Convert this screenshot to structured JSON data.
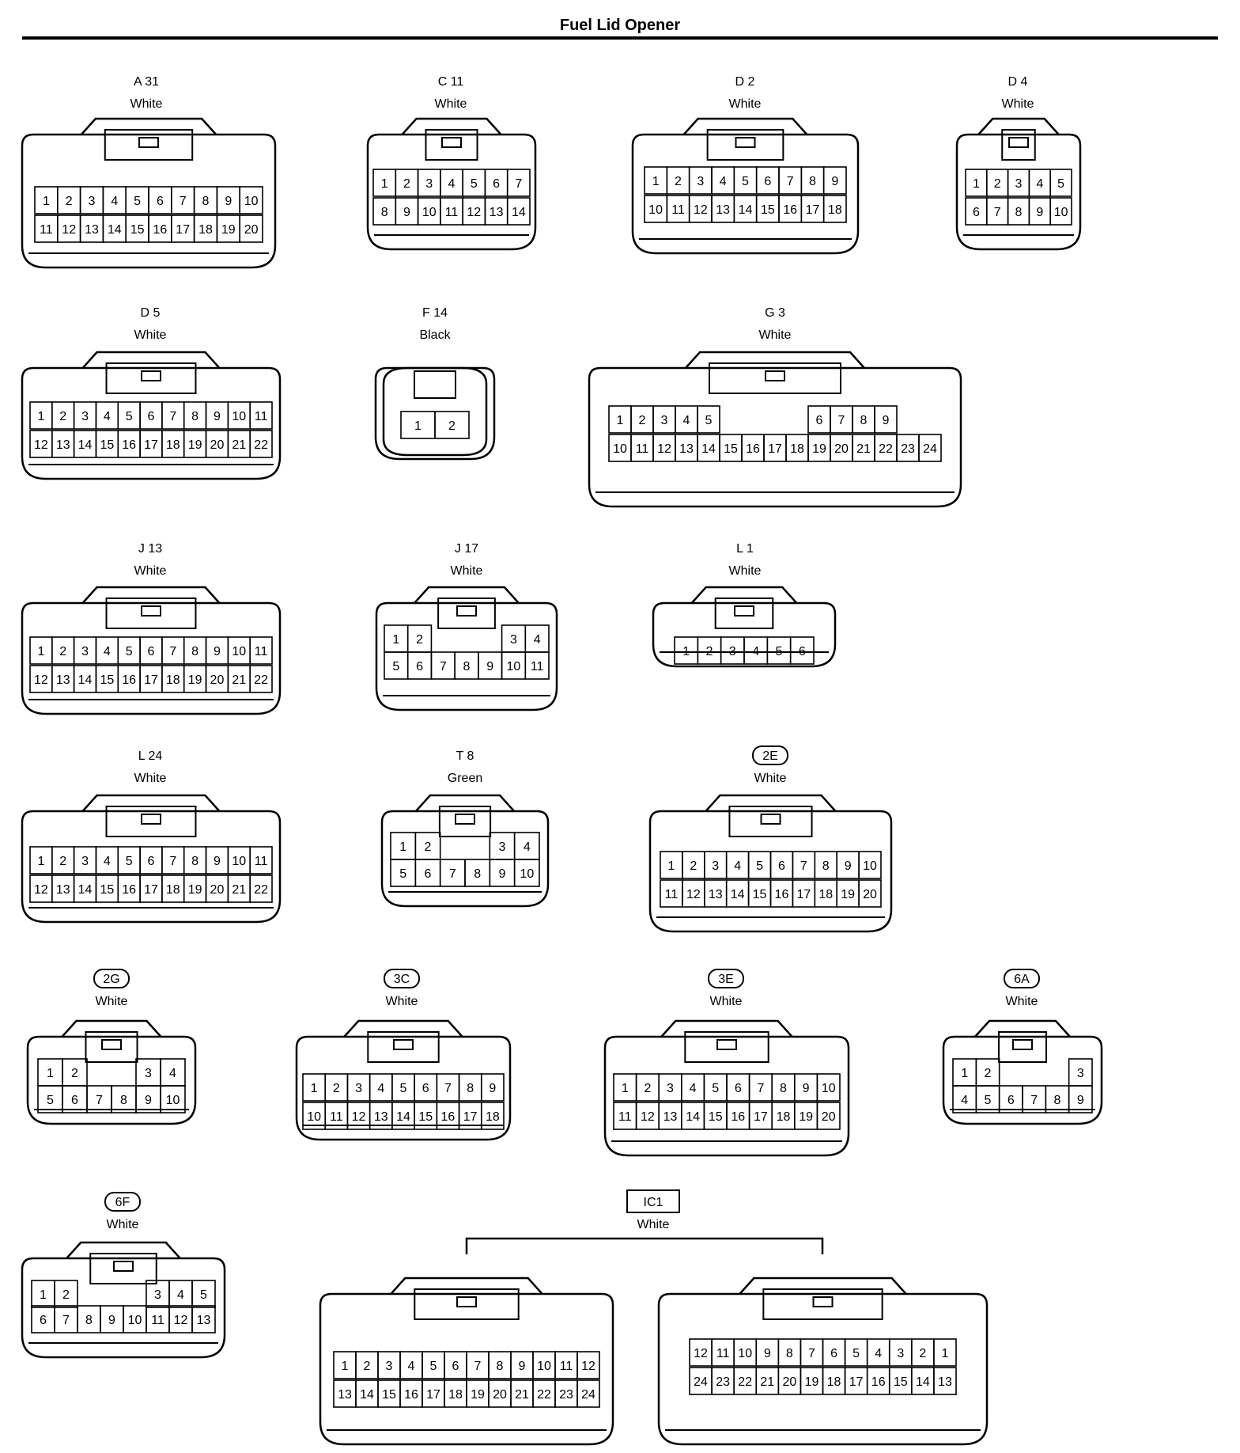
{
  "title": "Fuel Lid Opener",
  "connectors": [
    {
      "code": "A 31",
      "color": "White",
      "rows": [
        [
          "1",
          "2",
          "3",
          "4",
          "5",
          "6",
          "7",
          "8",
          "9",
          "10"
        ],
        [
          "11",
          "12",
          "13",
          "14",
          "15",
          "16",
          "17",
          "18",
          "19",
          "20"
        ]
      ]
    },
    {
      "code": "C 11",
      "color": "White",
      "rows": [
        [
          "1",
          "2",
          "3",
          "4",
          "5",
          "6",
          "7"
        ],
        [
          "8",
          "9",
          "10",
          "11",
          "12",
          "13",
          "14"
        ]
      ]
    },
    {
      "code": "D 2",
      "color": "White",
      "rows": [
        [
          "1",
          "2",
          "3",
          "4",
          "5",
          "6",
          "7",
          "8",
          "9"
        ],
        [
          "10",
          "11",
          "12",
          "13",
          "14",
          "15",
          "16",
          "17",
          "18"
        ]
      ]
    },
    {
      "code": "D 4",
      "color": "White",
      "rows": [
        [
          "1",
          "2",
          "3",
          "4",
          "5"
        ],
        [
          "6",
          "7",
          "8",
          "9",
          "10"
        ]
      ]
    },
    {
      "code": "D 5",
      "color": "White",
      "rows": [
        [
          "1",
          "2",
          "3",
          "4",
          "5",
          "6",
          "7",
          "8",
          "9",
          "10",
          "11"
        ],
        [
          "12",
          "13",
          "14",
          "15",
          "16",
          "17",
          "18",
          "19",
          "20",
          "21",
          "22"
        ]
      ]
    },
    {
      "code": "F 14",
      "color": "Black",
      "rows": [
        [
          "1",
          "2"
        ]
      ]
    },
    {
      "code": "G 3",
      "color": "White",
      "rows": [
        [
          "1",
          "2",
          "3",
          "4",
          "5",
          "",
          "",
          "",
          "",
          "6",
          "7",
          "8",
          "9"
        ],
        [
          "10",
          "11",
          "12",
          "13",
          "14",
          "15",
          "16",
          "17",
          "18",
          "19",
          "20",
          "21",
          "22",
          "23",
          "24"
        ]
      ]
    },
    {
      "code": "J 13",
      "color": "White",
      "rows": [
        [
          "1",
          "2",
          "3",
          "4",
          "5",
          "6",
          "7",
          "8",
          "9",
          "10",
          "11"
        ],
        [
          "12",
          "13",
          "14",
          "15",
          "16",
          "17",
          "18",
          "19",
          "20",
          "21",
          "22"
        ]
      ]
    },
    {
      "code": "J 17",
      "color": "White",
      "rows": [
        [
          "1",
          "2",
          "",
          "",
          "",
          "3",
          "4"
        ],
        [
          "5",
          "6",
          "7",
          "8",
          "9",
          "10",
          "11"
        ]
      ]
    },
    {
      "code": "L 1",
      "color": "White",
      "rows": [
        [
          "1",
          "2",
          "3",
          "4",
          "5",
          "6"
        ]
      ]
    },
    {
      "code": "L 24",
      "color": "White",
      "rows": [
        [
          "1",
          "2",
          "3",
          "4",
          "5",
          "6",
          "7",
          "8",
          "9",
          "10",
          "11"
        ],
        [
          "12",
          "13",
          "14",
          "15",
          "16",
          "17",
          "18",
          "19",
          "20",
          "21",
          "22"
        ]
      ]
    },
    {
      "code": "T 8",
      "color": "Green",
      "rows": [
        [
          "1",
          "2",
          "",
          "",
          "3",
          "4"
        ],
        [
          "5",
          "6",
          "7",
          "8",
          "9",
          "10"
        ]
      ]
    },
    {
      "code": "2E",
      "color": "White",
      "rows": [
        [
          "1",
          "2",
          "3",
          "4",
          "5",
          "6",
          "7",
          "8",
          "9",
          "10"
        ],
        [
          "11",
          "12",
          "13",
          "14",
          "15",
          "16",
          "17",
          "18",
          "19",
          "20"
        ]
      ]
    },
    {
      "code": "2G",
      "color": "White",
      "rows": [
        [
          "1",
          "2",
          "",
          "",
          "3",
          "4"
        ],
        [
          "5",
          "6",
          "7",
          "8",
          "9",
          "10"
        ]
      ]
    },
    {
      "code": "3C",
      "color": "White",
      "rows": [
        [
          "1",
          "2",
          "3",
          "4",
          "5",
          "6",
          "7",
          "8",
          "9"
        ],
        [
          "10",
          "11",
          "12",
          "13",
          "14",
          "15",
          "16",
          "17",
          "18"
        ]
      ]
    },
    {
      "code": "3E",
      "color": "White",
      "rows": [
        [
          "1",
          "2",
          "3",
          "4",
          "5",
          "6",
          "7",
          "8",
          "9",
          "10"
        ],
        [
          "11",
          "12",
          "13",
          "14",
          "15",
          "16",
          "17",
          "18",
          "19",
          "20"
        ]
      ]
    },
    {
      "code": "6A",
      "color": "White",
      "rows": [
        [
          "1",
          "2",
          "",
          "",
          "",
          "3"
        ],
        [
          "4",
          "5",
          "6",
          "7",
          "8",
          "9"
        ]
      ]
    },
    {
      "code": "6F",
      "color": "White",
      "rows": [
        [
          "1",
          "2",
          "",
          "",
          "",
          "3",
          "4",
          "5"
        ],
        [
          "6",
          "7",
          "8",
          "9",
          "10",
          "11",
          "12",
          "13"
        ]
      ]
    },
    {
      "code": "IC1",
      "color": "White",
      "rows": [
        [
          "1",
          "2",
          "3",
          "4",
          "5",
          "6",
          "7",
          "8",
          "9",
          "10",
          "11",
          "12"
        ],
        [
          "13",
          "14",
          "15",
          "16",
          "17",
          "18",
          "19",
          "20",
          "21",
          "22",
          "23",
          "24"
        ]
      ]
    },
    {
      "code": "IC1",
      "color": "White",
      "rows": [
        [
          "12",
          "11",
          "10",
          "9",
          "8",
          "7",
          "6",
          "5",
          "4",
          "3",
          "2",
          "1"
        ],
        [
          "24",
          "23",
          "22",
          "21",
          "20",
          "19",
          "18",
          "17",
          "16",
          "15",
          "14",
          "13"
        ]
      ]
    }
  ]
}
